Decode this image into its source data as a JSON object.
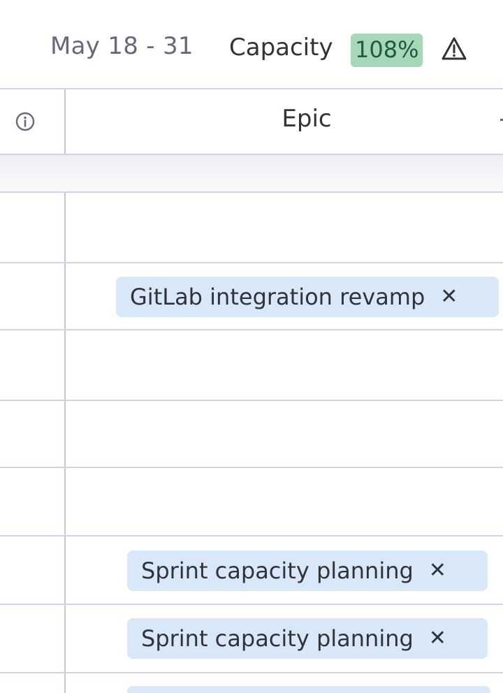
{
  "toolbar": {
    "date_range": "May 18 - 31",
    "capacity_label": "Capacity",
    "capacity_value": "108%",
    "capacity_badge_color": "#a6d7b8",
    "warning_icon": "warning-triangle-icon"
  },
  "table": {
    "info_icon": "info-circle-icon",
    "columns": [
      "Epic"
    ],
    "rows": [
      {
        "epic": ""
      },
      {
        "epic": "GitLab integration revamp"
      },
      {
        "epic": ""
      },
      {
        "epic": ""
      },
      {
        "epic": ""
      },
      {
        "epic": "Sprint capacity planning"
      },
      {
        "epic": "Sprint capacity planning"
      }
    ],
    "chip_color": "#d9e8f8",
    "remove_glyph": "✕"
  }
}
